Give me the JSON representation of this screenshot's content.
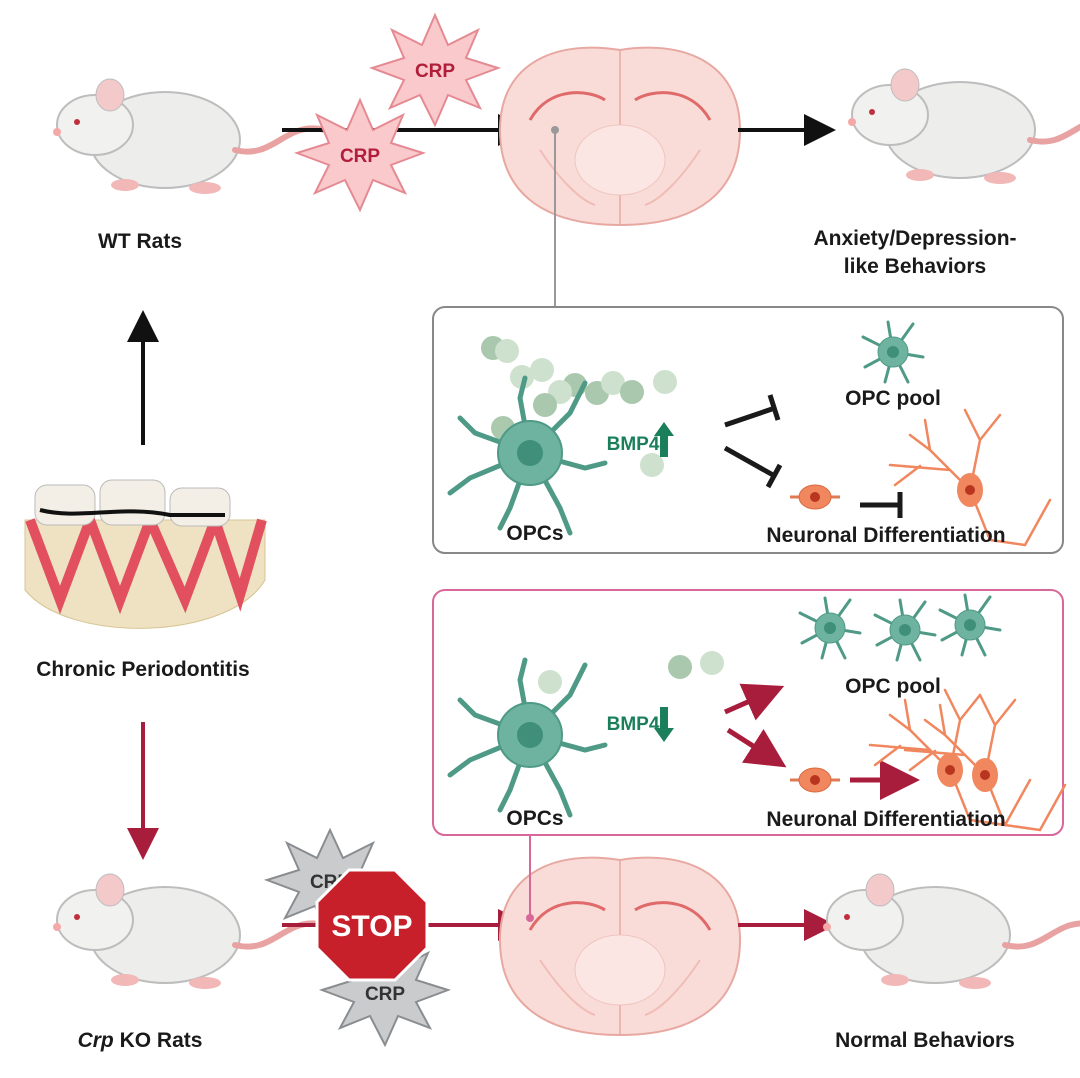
{
  "labels": {
    "wt_rats": "WT Rats",
    "anxiety_line1": "Anxiety/Depression-",
    "anxiety_line2": "like Behaviors",
    "chronic_periodontitis": "Chronic Periodontitis",
    "crp_ko_italic": "Crp",
    "crp_ko_rest": " KO Rats",
    "normal_behaviors": "Normal Behaviors"
  },
  "wt_panel": {
    "opcs": "OPCs",
    "bmp4": "BMP4",
    "bmp4_direction": "up",
    "opc_pool": "OPC pool",
    "neuronal_differentiation": "Neuronal Differentiation"
  },
  "ko_panel": {
    "opcs": "OPCs",
    "bmp4": "BMP4",
    "bmp4_direction": "down",
    "opc_pool": "OPC pool",
    "neuronal_differentiation": "Neuronal Differentiation"
  },
  "crp": {
    "label": "CRP",
    "stop": "STOP"
  },
  "colors": {
    "wt_path": "#111111",
    "ko_path": "#a81c3c",
    "bmp4": "#1b7f5c",
    "opc": "#5fa895",
    "neuron": "#f0875e",
    "crp_wt": "#f9c9cc",
    "crp_ko": "#c9cbcd",
    "stop": "#c8202a"
  }
}
